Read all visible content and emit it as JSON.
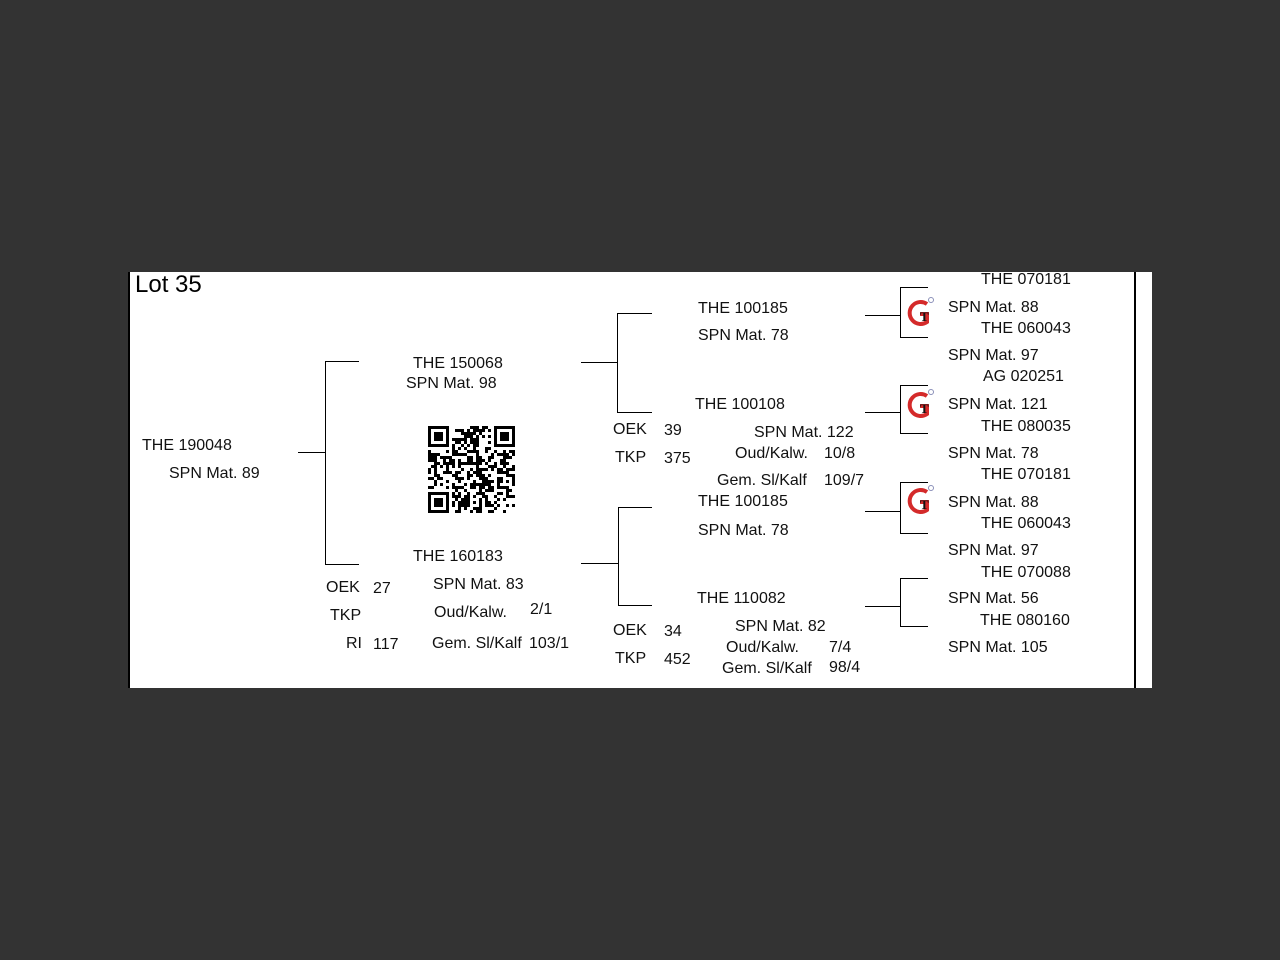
{
  "lot": "Lot 35",
  "animal": {
    "id": "THE 190048",
    "spn": "SPN Mat. 89"
  },
  "sire": {
    "id": "THE 150068",
    "spn": "SPN Mat. 98",
    "sire": {
      "id": "THE 100185",
      "spn": "SPN Mat. 78",
      "sire": {
        "id": "THE 070181",
        "spn": "SPN Mat. 88"
      },
      "dam": {
        "id": "THE 060043",
        "spn": "SPN Mat. 97"
      }
    },
    "dam": {
      "id": "THE 100108",
      "spn": "SPN Mat. 122",
      "oek_label": "OEK",
      "oek": "39",
      "tkp_label": "TKP",
      "tkp": "375",
      "oud_label": "Oud/Kalw.",
      "oud": "10/8",
      "gem_label": "Gem. Sl/Kalf",
      "gem": "109/7",
      "sire": {
        "id": "AG  020251",
        "spn": "SPN Mat. 121"
      },
      "dam": {
        "id": "THE 080035",
        "spn": "SPN Mat. 78"
      }
    }
  },
  "dam": {
    "id": "THE 160183",
    "spn": "SPN Mat. 83",
    "oek_label": "OEK",
    "oek": "27",
    "tkp_label": "TKP",
    "ri_label": "RI",
    "ri": "117",
    "oud_label": "Oud/Kalw.",
    "oud": "2/1",
    "gem_label": "Gem. Sl/Kalf",
    "gem": "103/1",
    "sire": {
      "id": "THE 100185",
      "spn": "SPN Mat. 78",
      "sire": {
        "id": "THE 070181",
        "spn": "SPN Mat. 88"
      },
      "dam": {
        "id": "THE 060043",
        "spn": "SPN Mat. 97"
      }
    },
    "dam": {
      "id": "THE 110082",
      "spn": "SPN Mat. 82",
      "oek_label": "OEK",
      "oek": "34",
      "tkp_label": "TKP",
      "tkp": "452",
      "oud_label": "Oud/Kalw.",
      "oud": "7/4",
      "gem_label": "Gem. Sl/Kalf",
      "gem": "98/4",
      "sire": {
        "id": "THE 070088",
        "spn": "SPN Mat. 56"
      },
      "dam": {
        "id": "THE 080160",
        "spn": "SPN Mat. 105"
      }
    }
  },
  "colors": {
    "logo_red": "#d42a2a",
    "page_bg": "#333333"
  }
}
